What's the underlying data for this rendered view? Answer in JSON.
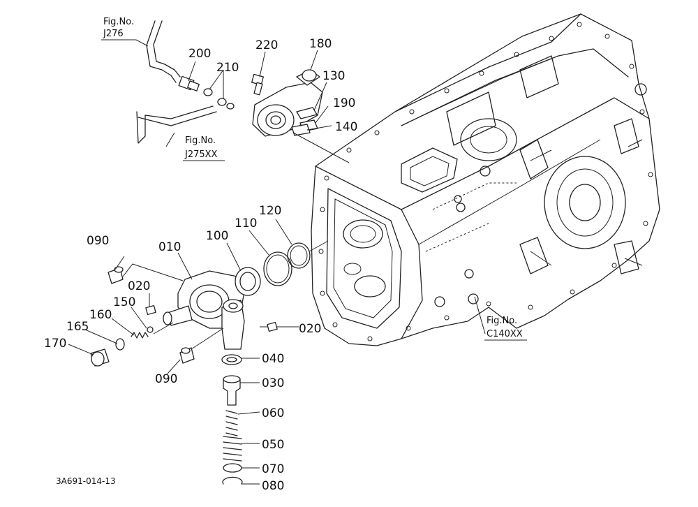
{
  "figure_refs": {
    "top": {
      "line1": "Fig.No.",
      "line2": "J276"
    },
    "mid": {
      "line1": "Fig.No.",
      "line2": "J275XX"
    },
    "case": {
      "line1": "Fig.No.",
      "line2": "C140XX"
    }
  },
  "parts": {
    "p200": "200",
    "p210": "210",
    "p220": "220",
    "p180": "180",
    "p130": "130",
    "p190": "190",
    "p140": "140",
    "p090a": "090",
    "p010": "010",
    "p100": "100",
    "p110": "110",
    "p120": "120",
    "p020a": "020",
    "p150": "150",
    "p160": "160",
    "p165": "165",
    "p170": "170",
    "p020b": "020",
    "p090b": "090",
    "p040": "040",
    "p030": "030",
    "p060": "060",
    "p050": "050",
    "p070": "070",
    "p080": "080"
  },
  "drawing_code": "3A691-014-13"
}
